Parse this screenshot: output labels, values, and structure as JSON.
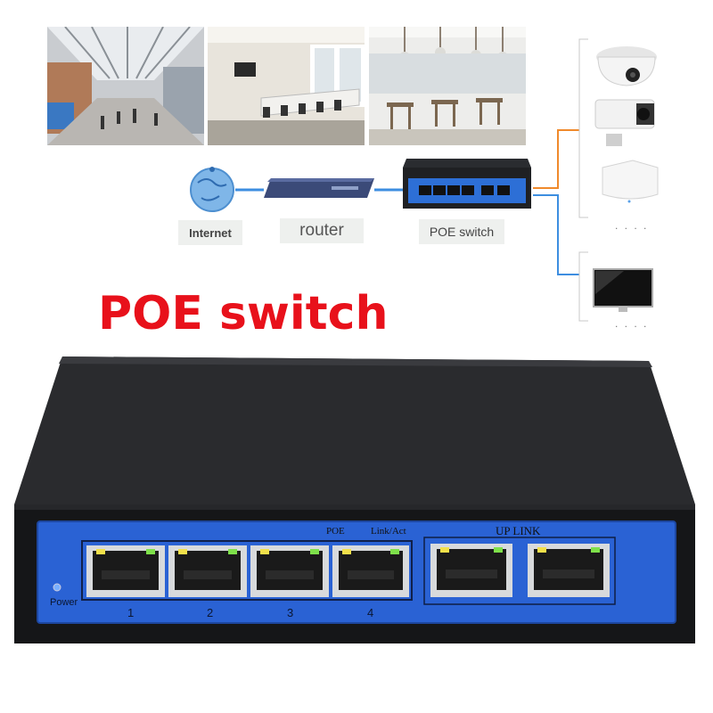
{
  "diagram": {
    "internet_label": "Internet",
    "router_label": "router",
    "switch_label": "POE switch",
    "devices_more_1": ". . . .",
    "devices_more_2": ". . . ."
  },
  "headline": "POE switch",
  "switch_panel": {
    "poe_label": "POE",
    "link_act_label": "Link/Act",
    "uplink_label": "UP LINK",
    "power_label": "Power",
    "port_numbers": [
      "1",
      "2",
      "3",
      "4"
    ]
  },
  "colors": {
    "headline": "#e8111b",
    "panel_blue": "#2a62d4",
    "chassis": "#1c1d20",
    "link_orange": "#f08a2c",
    "link_blue": "#3d8ee0"
  }
}
